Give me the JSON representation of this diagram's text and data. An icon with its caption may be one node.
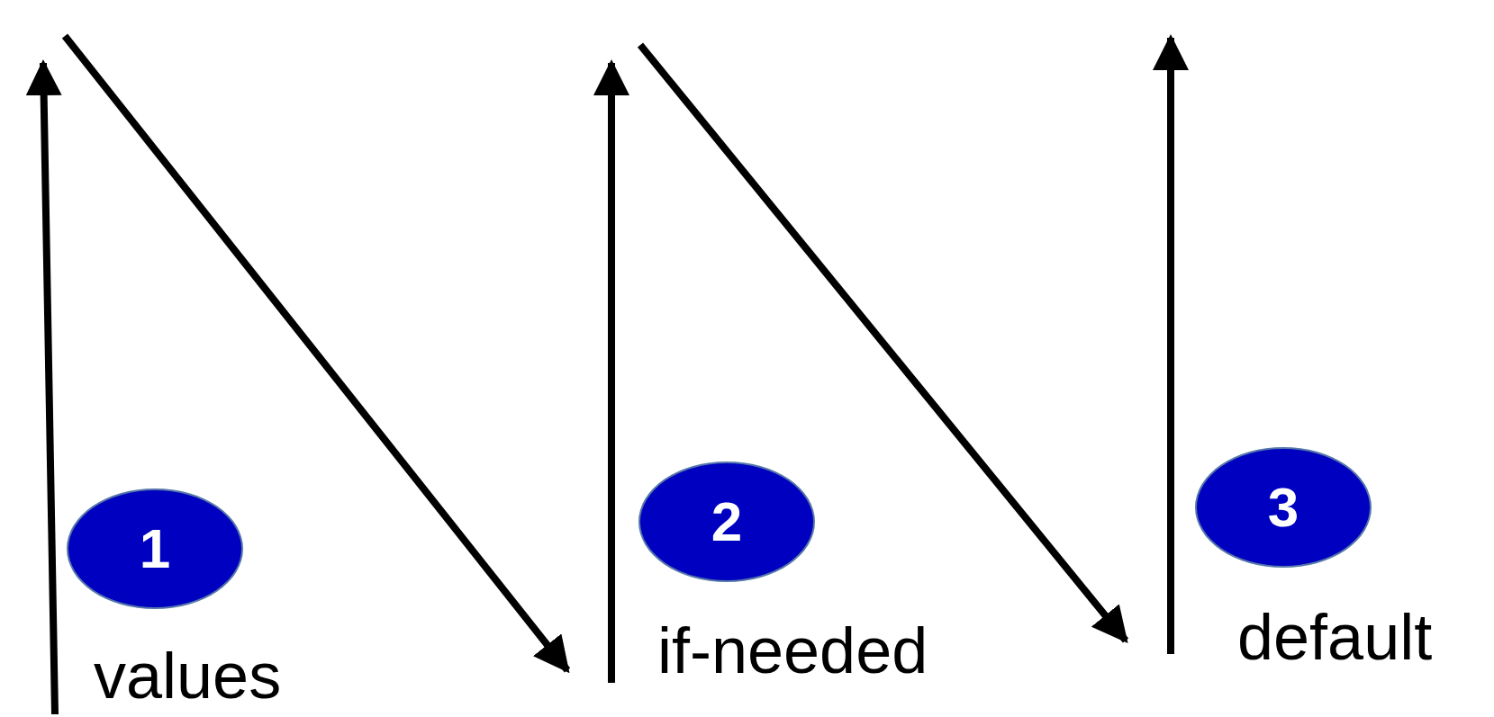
{
  "diagram": {
    "nodes": [
      {
        "text": [
          "1"
        ],
        "beside": [
          "values"
        ]
      },
      {
        "text": [
          "2"
        ],
        "beside": [
          "if-needed"
        ]
      },
      {
        "text": [
          "3"
        ],
        "beside": [
          "default"
        ]
      }
    ]
  }
}
